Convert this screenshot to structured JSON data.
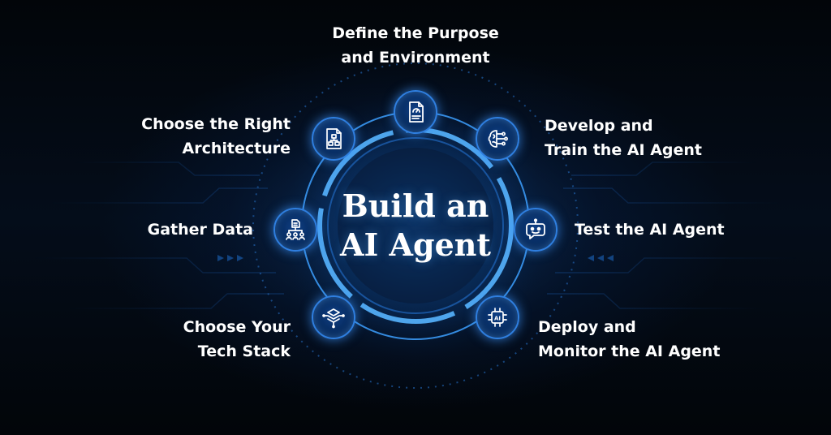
{
  "title": {
    "line1": "Build an",
    "line2": "AI Agent"
  },
  "colors": {
    "background": "#02060d",
    "ring": "#3da0ff",
    "node_fill": "#0a3672",
    "node_border": "#2f7fe0",
    "text": "#ffffff"
  },
  "steps": [
    {
      "icon": "document-icon",
      "line1": "Define the Purpose",
      "line2": "and Environment"
    },
    {
      "icon": "brain-circuit-icon",
      "line1": "Develop and",
      "line2": "Train the AI Agent"
    },
    {
      "icon": "chat-bot-icon",
      "line1": "Test the AI Agent",
      "line2": ""
    },
    {
      "icon": "ai-chip-icon",
      "line1": "Deploy and",
      "line2": "Monitor the AI Agent"
    },
    {
      "icon": "layered-stack-icon",
      "line1": "Choose Your",
      "line2": "Tech Stack"
    },
    {
      "icon": "data-hierarchy-icon",
      "line1": "Gather Data",
      "line2": ""
    },
    {
      "icon": "architecture-diagram-icon",
      "line1": "Choose the Right",
      "line2": "Architecture"
    }
  ]
}
